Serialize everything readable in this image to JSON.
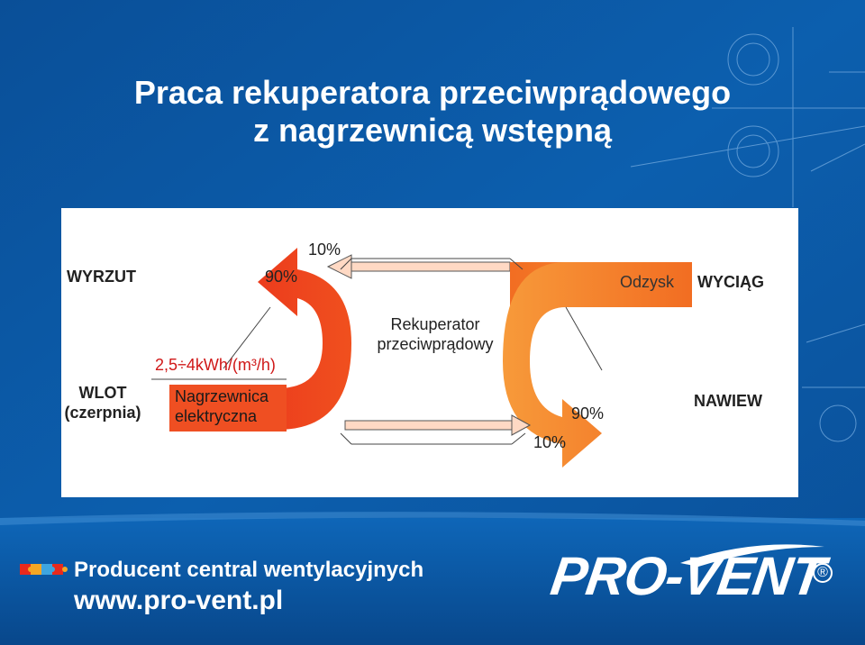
{
  "title": {
    "line1": "Praca rekuperatora przeciwprądowego",
    "line2": "z nagrzewnicą wstępną"
  },
  "diagram": {
    "wyrzut": "WYRZUT",
    "wyciag": "WYCIĄG",
    "wlot_line1": "WLOT",
    "wlot_line2": "(czerpnia)",
    "nawiew": "NAWIEW",
    "pct_top_10": "10%",
    "pct_left_90": "90%",
    "pct_right_90": "90%",
    "pct_bottom_10": "10%",
    "odzysk": "Odzysk",
    "rekuperator_line1": "Rekuperator",
    "rekuperator_line2": "przeciwprądowy",
    "power": "2,5÷4kWh/(m³/h)",
    "heater_line1": "Nagrzewnica",
    "heater_line2": "elektryczna",
    "colors": {
      "red": "#e8291c",
      "orange": "#f26d22",
      "orange_light": "#f79a3a",
      "heater_fill": "#f05a22"
    }
  },
  "footer": {
    "tagline": "Producent central wentylacyjnych",
    "url": "www.pro-vent.pl",
    "logo": "PRO-VENT",
    "registered": "®"
  },
  "background": {
    "primary": "#0b5aa6",
    "dark": "#07407d",
    "light": "#2b7cc4"
  }
}
